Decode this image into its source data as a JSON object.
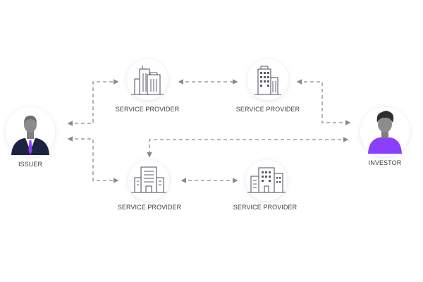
{
  "nodes": {
    "issuer": {
      "label": "ISSUER"
    },
    "investor": {
      "label": "INVESTOR"
    },
    "provider_top_left": {
      "label": "SERVICE PROVIDER"
    },
    "provider_top_right": {
      "label": "SERVICE PROVIDER"
    },
    "provider_bottom_left": {
      "label": "SERVICE PROVIDER"
    },
    "provider_bottom_right": {
      "label": "SERVICE PROVIDER"
    }
  },
  "colors": {
    "accent_purple": "#8a3ffc",
    "suit_navy": "#1c2340",
    "person_gray": "#8c8c8c",
    "hair_dark": "#2e2e2e",
    "connector": "#8a8a8a",
    "icon_stroke": "#5a5a6a"
  },
  "icons": {
    "issuer": "businessman-avatar-icon",
    "investor": "person-avatar-icon",
    "provider": "office-building-icon"
  }
}
